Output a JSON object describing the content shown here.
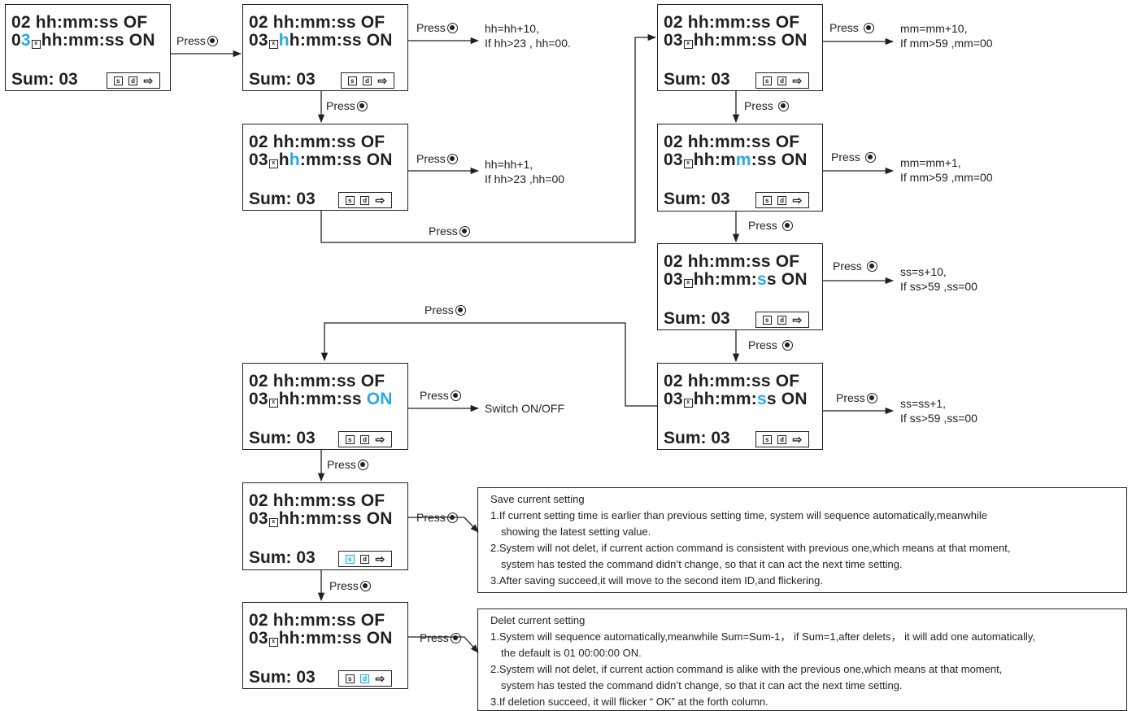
{
  "press": "Press",
  "display": {
    "line1": "02 hh:mm:ss OF",
    "line2_prefix": "03",
    "time": "hh:mm:ss",
    "on": "ON",
    "sum": "Sum: 03"
  },
  "results": {
    "hh10": [
      "hh=hh+10,",
      "If hh>23 , hh=00."
    ],
    "hh1": [
      "hh=hh+1,",
      "If hh>23 ,hh=00"
    ],
    "mm10": [
      "mm=mm+10,",
      "If mm>59 ,mm=00"
    ],
    "mm1": [
      "mm=mm+1,",
      "If mm>59 ,mm=00"
    ],
    "ss10": [
      "ss=s+10,",
      "If ss>59 ,ss=00"
    ],
    "ss1": [
      "ss=ss+1,",
      "If ss>59 ,ss=00"
    ],
    "switch": "Switch ON/OFF"
  },
  "save_note": {
    "title": "Save current setting",
    "lines": [
      "1.If current setting time is earlier than previous setting time, system will sequence automatically,meanwhile",
      "showing the latest setting value.",
      "2.System will not delet, if current action command is consistent with previous one,which means at that moment,",
      "system has tested the command didn’t change, so that it can act the next time setting.",
      "3.After saving succeed,it will move to the second item ID,and flickering."
    ]
  },
  "delete_note": {
    "title": "Delet current setting",
    "lines": [
      "1.System will sequence automatically,meanwhile Sum=Sum-1， if Sum=1,after delets， it will add one automatically,",
      "the default is 01 00:00:00 ON.",
      "2.System will not delet, if current action command is alike with the previous one,which means at that moment,",
      "system has tested the command didn’t change, so that it can act the next time setting.",
      "3.If deletion succeed, it will flicker “ OK” at the forth column."
    ]
  },
  "highlight_color": "#29aae1",
  "icons": [
    "down-button-icon",
    "up-button-icon",
    "keypad-save-icon",
    "keypad-delete-icon",
    "keypad-arrow-icon"
  ]
}
